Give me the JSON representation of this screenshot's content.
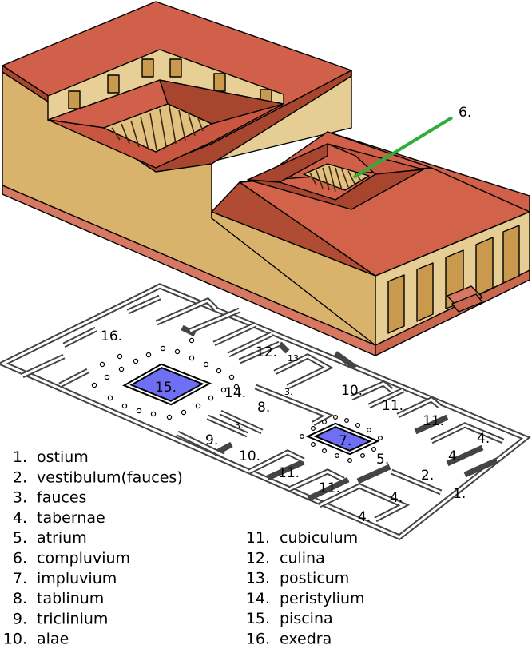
{
  "labels": {
    "l6": "6.",
    "l16": "16.",
    "l12": "12.",
    "l13": "13.",
    "l15": "15.",
    "l14": "14.",
    "l3a": "3.",
    "l8": "8.",
    "l10a": "10.",
    "l11a": "11.",
    "l11b": "11.",
    "l4a": "4.",
    "l4b": "4.",
    "l3b": "3.",
    "l9": "9.",
    "l7": "7.",
    "l5": "5.",
    "l10b": "10.",
    "l11c": "11.",
    "l2": "2.",
    "l1": "1.",
    "l11d": "11.",
    "l4c": "4.",
    "l4d": "4."
  },
  "legend_left": [
    {
      "num": "1.",
      "term": "ostium"
    },
    {
      "num": "2.",
      "term": "vestibulum(fauces)"
    },
    {
      "num": "3.",
      "term": "fauces"
    },
    {
      "num": "4.",
      "term": "tabernae"
    },
    {
      "num": "5.",
      "term": "atrium"
    },
    {
      "num": "6.",
      "term": "compluvium"
    },
    {
      "num": "7.",
      "term": "impluvium"
    },
    {
      "num": "8.",
      "term": "tablinum"
    },
    {
      "num": "9.",
      "term": "triclinium"
    },
    {
      "num": "10.",
      "term": "alae"
    }
  ],
  "legend_right": [
    {
      "num": "11.",
      "term": "cubiculum"
    },
    {
      "num": "12.",
      "term": "culina"
    },
    {
      "num": "13.",
      "term": "posticum"
    },
    {
      "num": "14.",
      "term": "peristylium"
    },
    {
      "num": "15.",
      "term": "piscina"
    },
    {
      "num": "16.",
      "term": "exedra"
    }
  ],
  "colors": {
    "roof": "#d2624a",
    "roof_dark": "#a9472f",
    "wall_light": "#e8cd8d",
    "wall_mid": "#d7b16b",
    "wall_dark": "#c4954e",
    "base": "#d87a62",
    "pool": "#6f6ff5",
    "pointer": "#2fae3a"
  }
}
